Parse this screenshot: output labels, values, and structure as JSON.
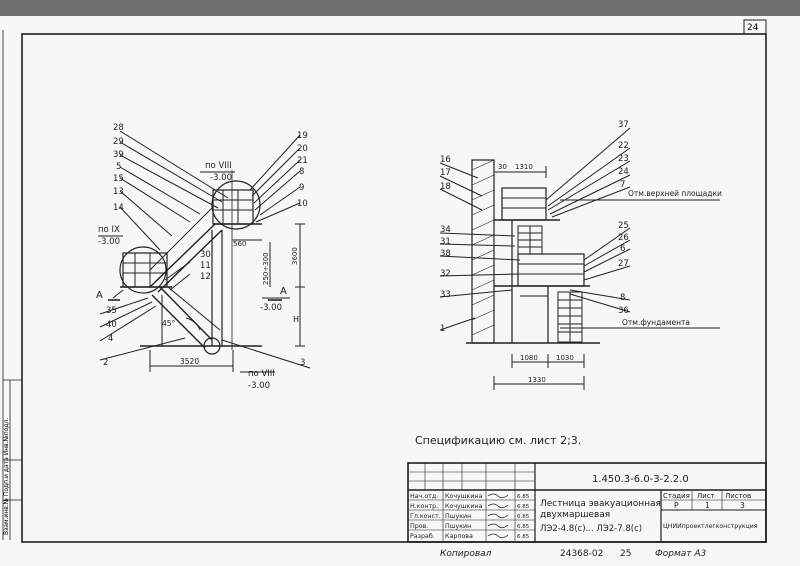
{
  "sheet": {
    "page_number": "24",
    "spec_note": "Спецификацию см. лист 2;3.",
    "left_margin_text": "Взам.инв.№   Подп.и дата   Инв.№подл.",
    "footer": {
      "copied": "Копировал",
      "order": "24368-02",
      "order_suffix": "25",
      "format": "Формат А3"
    }
  },
  "drawing_left": {
    "callouts": [
      "28",
      "29",
      "39",
      "5",
      "15",
      "13",
      "14",
      "19",
      "20",
      "21",
      "8",
      "9",
      "10",
      "30",
      "11",
      "12",
      "35",
      "40",
      "4",
      "2",
      "3"
    ],
    "sections": {
      "a_left": "А",
      "a_right": "А"
    },
    "level_ix": {
      "text": "по IX",
      "value": "-3.00"
    },
    "level_viii_top": {
      "text": "по VIII",
      "value": "-3.00"
    },
    "level_viii_bottom": {
      "text": "по VIII",
      "value": "-3.00"
    },
    "level_mid": "-3.00",
    "dims": {
      "d560": "560",
      "d250": "250÷300",
      "d3600": "3600",
      "dH": "H",
      "d3520": "3520",
      "angle": "45°"
    }
  },
  "drawing_right": {
    "callouts": [
      "16",
      "17",
      "18",
      "37",
      "22",
      "23",
      "24",
      "7",
      "34",
      "31",
      "38",
      "32",
      "33",
      "1",
      "25",
      "26",
      "6",
      "27",
      "8",
      "36"
    ],
    "dims": {
      "d30": "30",
      "d1310": "1310",
      "d1080": "1080",
      "d1030": "1030",
      "d1330": "1330"
    },
    "level_top": "Отм.верхней площадки",
    "level_foundation": "Отм.фундамента"
  },
  "title_block": {
    "doc_code": "1.450.3-6.0-3-2.2.0",
    "rows": [
      {
        "role": "Нач.отд.",
        "name": "Кочушкина",
        "date": "6.85"
      },
      {
        "role": "Н.контр.",
        "name": "Кочушкина",
        "date": "6.85"
      },
      {
        "role": "Гл.конст.",
        "name": "Пшукин",
        "date": "6.85"
      },
      {
        "role": "Пров.",
        "name": "Пшукин",
        "date": "6.85"
      },
      {
        "role": "Разраб.",
        "name": "Карпова",
        "date": "6.85"
      }
    ],
    "title_line1": "Лестница эвакуационная",
    "title_line2": "двухмаршевая",
    "title_line3": "ЛЭ2-4.8(с)... ЛЭ2-7.8(с)",
    "stage_label": "Стадия",
    "stage_value": "Р",
    "sheet_label": "Лист",
    "sheet_value": "1",
    "sheets_label": "Листов",
    "sheets_value": "3",
    "org": "ЦНИИпроектлегконструкция"
  }
}
